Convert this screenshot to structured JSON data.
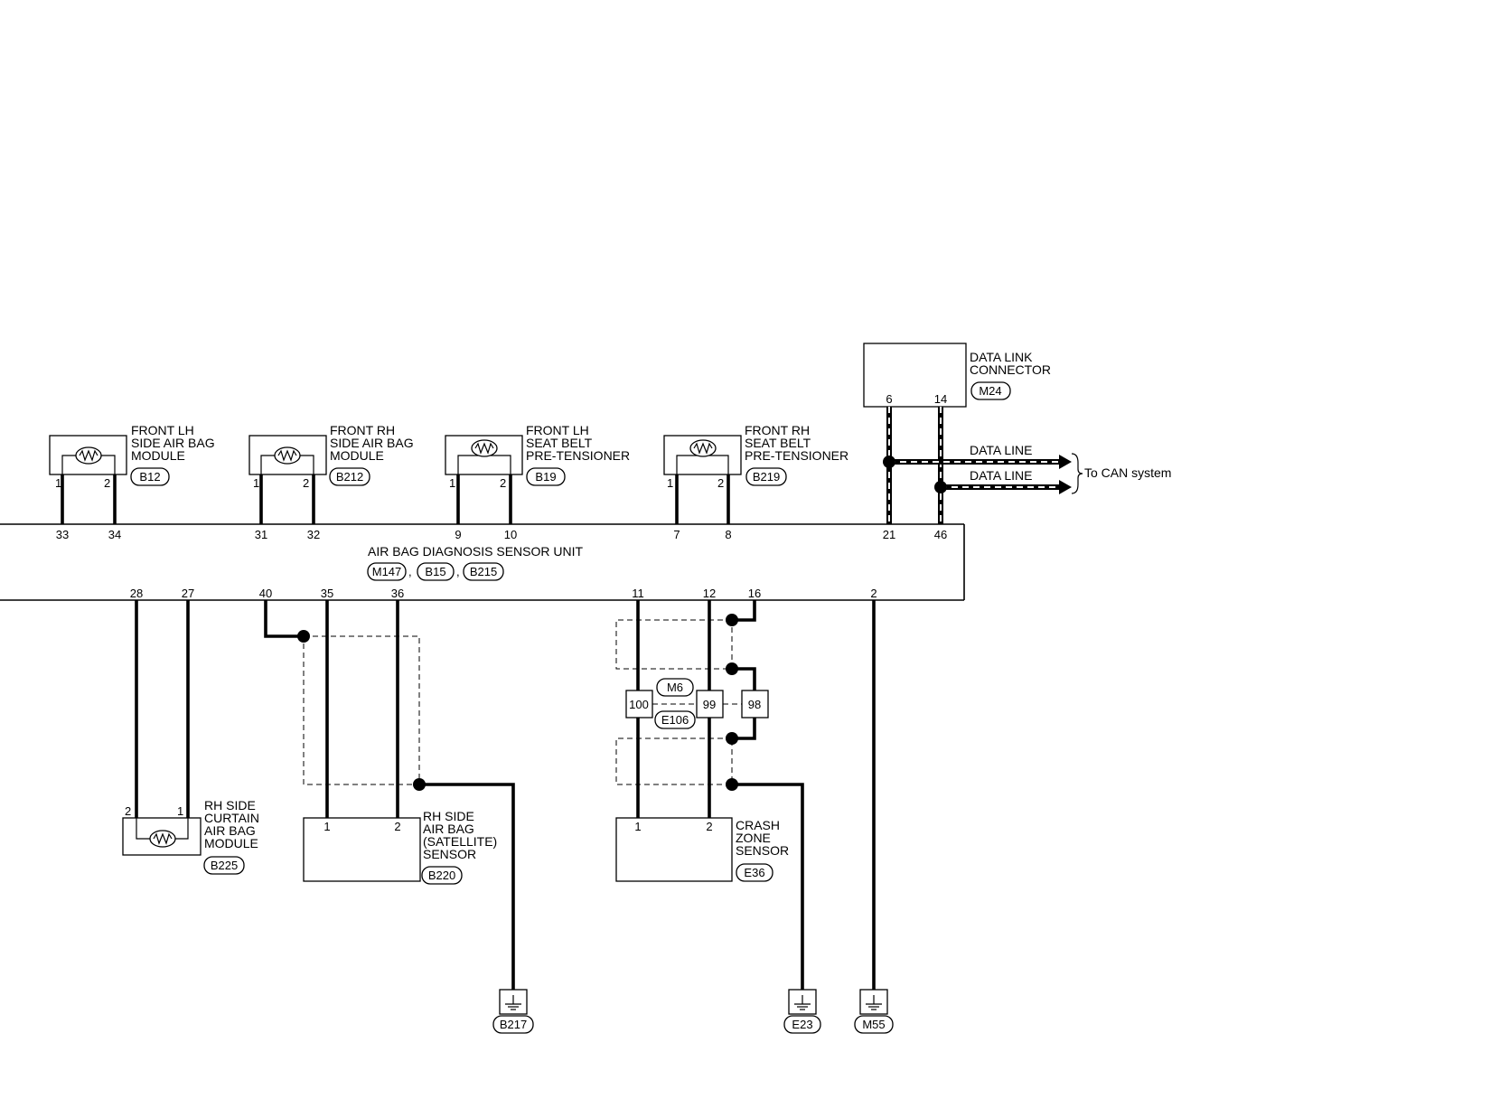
{
  "components": {
    "front_lh_side_airbag": {
      "label": [
        "FRONT LH",
        "SIDE AIR BAG",
        "MODULE"
      ],
      "connector": "B12",
      "pins": [
        "1",
        "2"
      ]
    },
    "front_rh_side_airbag": {
      "label": [
        "FRONT RH",
        "SIDE AIR BAG",
        "MODULE"
      ],
      "connector": "B212",
      "pins": [
        "1",
        "2"
      ]
    },
    "front_lh_pretensioner": {
      "label": [
        "FRONT LH",
        "SEAT BELT",
        "PRE-TENSIONER"
      ],
      "connector": "B19",
      "pins": [
        "1",
        "2"
      ]
    },
    "front_rh_pretensioner": {
      "label": [
        "FRONT RH",
        "SEAT BELT",
        "PRE-TENSIONER"
      ],
      "connector": "B219",
      "pins": [
        "1",
        "2"
      ]
    },
    "data_link_connector": {
      "label": [
        "DATA LINK",
        "CONNECTOR"
      ],
      "connector": "M24",
      "pins": [
        "6",
        "14"
      ]
    },
    "sensor_unit": {
      "label": "AIR BAG DIAGNOSIS SENSOR UNIT",
      "connectors": [
        "M147",
        "B15",
        "B215"
      ],
      "top_pins": [
        "33",
        "34",
        "31",
        "32",
        "9",
        "10",
        "7",
        "8",
        "21",
        "46"
      ],
      "bottom_pins": [
        "28",
        "27",
        "40",
        "35",
        "36",
        "11",
        "12",
        "16",
        "2"
      ]
    },
    "rh_side_curtain": {
      "label": [
        "RH SIDE",
        "CURTAIN",
        "AIR BAG",
        "MODULE"
      ],
      "connector": "B225",
      "pins": [
        "2",
        "1"
      ]
    },
    "rh_side_satellite": {
      "label": [
        "RH SIDE",
        "AIR BAG",
        "(SATELLITE)",
        "SENSOR"
      ],
      "connector": "B220",
      "pins": [
        "1",
        "2"
      ]
    },
    "crash_zone_sensor": {
      "label": [
        "CRASH",
        "ZONE",
        "SENSOR"
      ],
      "connector": "E36",
      "pins": [
        "1",
        "2"
      ]
    },
    "joint_connector": {
      "connectors": [
        "M6",
        "E106"
      ],
      "pins": [
        "100",
        "99",
        "98"
      ]
    }
  },
  "data_lines": [
    "DATA LINE",
    "DATA LINE"
  ],
  "can_note": "To CAN system",
  "grounds": [
    "B217",
    "E23",
    "M55"
  ]
}
